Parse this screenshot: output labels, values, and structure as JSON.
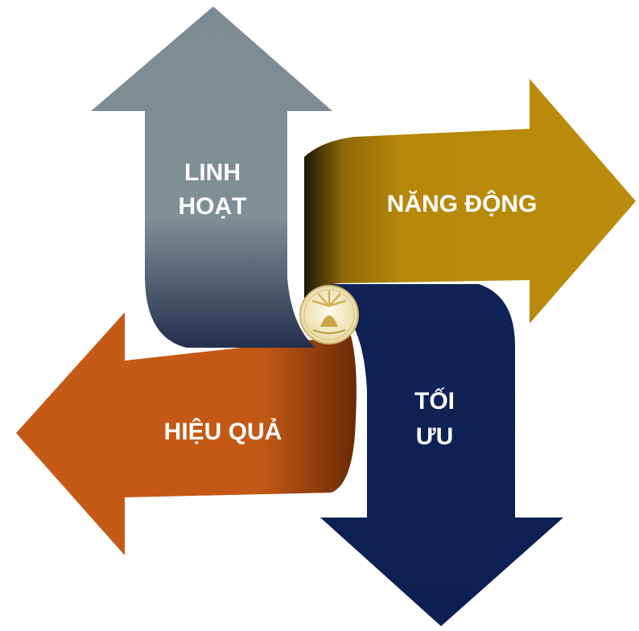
{
  "arrows": {
    "up": {
      "line1": "LINH",
      "line2": "HOẠT",
      "color": "#7d8b93"
    },
    "right": {
      "label": "NĂNG ĐỘNG",
      "color": "#b8880a"
    },
    "down": {
      "line1": "TỐI",
      "line2": "ƯU",
      "color": "#0f2356"
    },
    "left": {
      "label": "HIỆU QUẢ",
      "color": "#c55a16"
    }
  },
  "center": {
    "icon": "emblem-icon",
    "color": "#f4ebc4"
  }
}
